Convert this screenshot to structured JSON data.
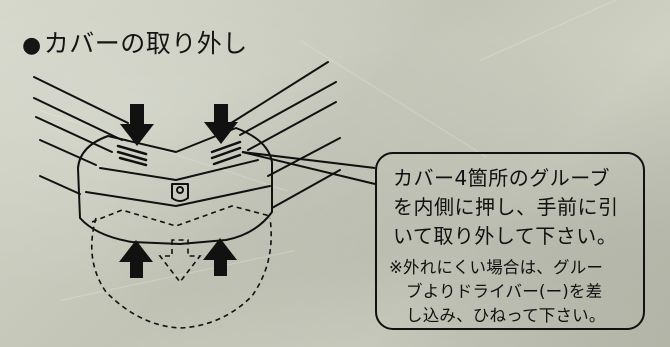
{
  "title": {
    "bullet": "●",
    "text": "カバーの取り外し"
  },
  "instruction": {
    "lines": [
      "カバー4箇所のグルーブ",
      "を内側に押し、手前に引",
      "いて取り外して下さい。"
    ],
    "note_lines": [
      "※外れにくい場合は、グルー",
      "ブよりドライバー(ー)を差",
      "し込み、ひねって下さい。"
    ]
  },
  "diagram": {
    "subject": "cover removal illustration",
    "arrows": [
      "push-down-left",
      "push-down-right",
      "push-up-left",
      "push-up-right",
      "pull-forward-dashed"
    ]
  },
  "colors": {
    "ink": "#111111",
    "paper": "#c9cbbd"
  }
}
